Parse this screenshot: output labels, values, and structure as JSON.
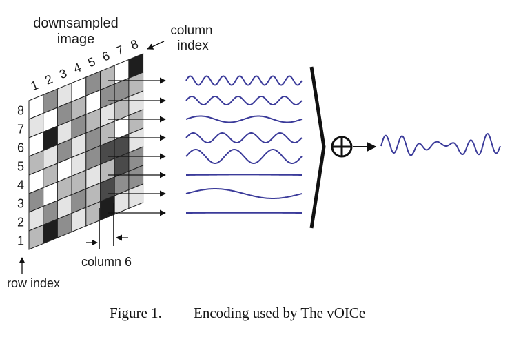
{
  "labels": {
    "downsampled": "downsampled",
    "image": "image",
    "column": "column",
    "index": "index",
    "column_6": "column 6",
    "row_index": "row index"
  },
  "column_numbers": [
    "1",
    "2",
    "3",
    "4",
    "5",
    "6",
    "7",
    "8"
  ],
  "row_numbers": [
    "8",
    "7",
    "6",
    "5",
    "4",
    "3",
    "2",
    "1"
  ],
  "grid_shades": [
    [
      0,
      3,
      1,
      0,
      3,
      2,
      0,
      5
    ],
    [
      1,
      0,
      3,
      2,
      0,
      3,
      3,
      2
    ],
    [
      0,
      5,
      1,
      3,
      2,
      1,
      2,
      1
    ],
    [
      2,
      1,
      3,
      1,
      3,
      2,
      0,
      2
    ],
    [
      0,
      2,
      0,
      1,
      3,
      4,
      4,
      1
    ],
    [
      3,
      0,
      2,
      2,
      1,
      2,
      4,
      3
    ],
    [
      1,
      3,
      1,
      3,
      2,
      4,
      3,
      3
    ],
    [
      2,
      5,
      3,
      1,
      2,
      5,
      1,
      1
    ]
  ],
  "shade_palette": [
    "#ffffff",
    "#e4e4e4",
    "#b9b9b9",
    "#8e8e8e",
    "#4a4a4a",
    "#1e1e1e"
  ],
  "wave_color": "#3b3b9a",
  "icons": {
    "sum": "circled-plus-icon"
  },
  "caption": {
    "figure": "Figure 1.",
    "text": "Encoding used by The vOICe"
  }
}
